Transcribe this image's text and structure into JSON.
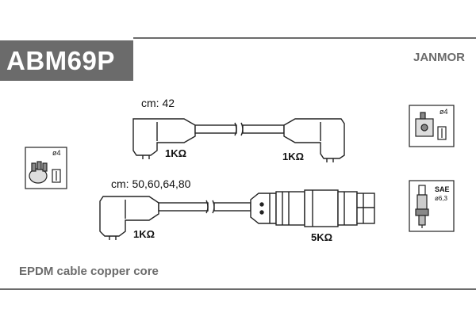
{
  "header": {
    "product_code": "ABM69P",
    "brand": "JANMOR"
  },
  "cable_1": {
    "length_label": "cm: 42",
    "left_resistance": "1KΩ",
    "right_resistance": "1KΩ"
  },
  "cable_2": {
    "length_label": "cm: 50,60,64,80",
    "left_resistance": "1KΩ",
    "right_resistance": "5KΩ"
  },
  "distributor_icon": {
    "diameter_label": "ø4"
  },
  "coil_icon": {
    "diameter_label": "ø4"
  },
  "spark_plug_icon": {
    "standard_label": "SAE",
    "diameter_label": "ø6,3"
  },
  "footer": {
    "description": "EPDM cable copper core"
  },
  "colors": {
    "frame": "#6b6b6b",
    "line": "#222222"
  }
}
